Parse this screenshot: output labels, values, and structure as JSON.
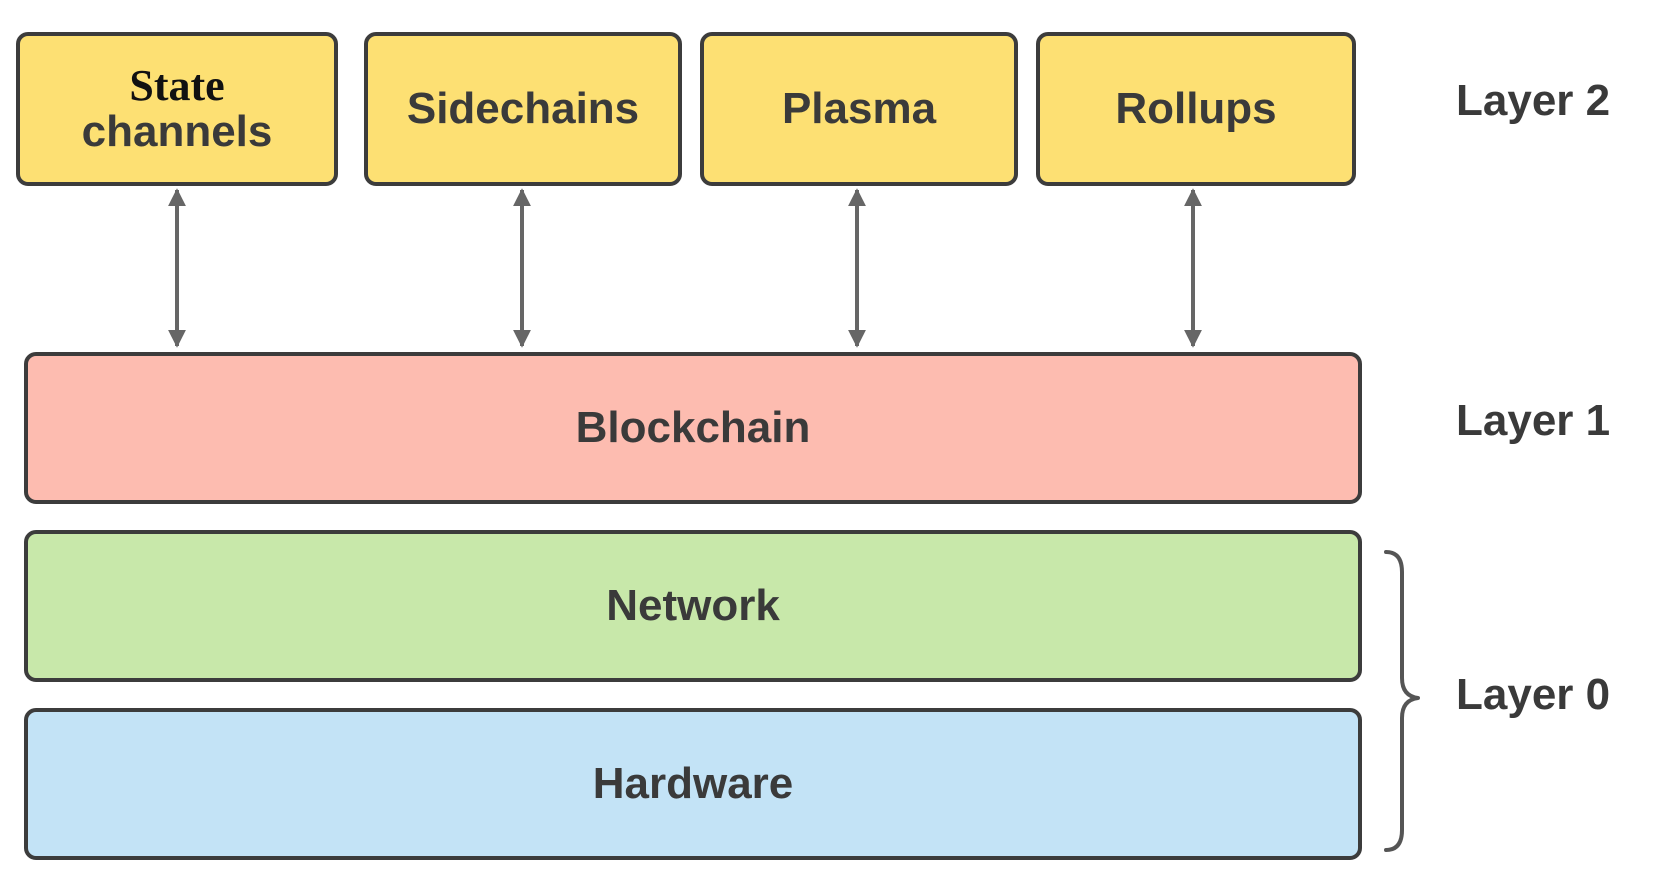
{
  "layer2": {
    "label": "Layer 2",
    "solutions": [
      {
        "line1": "State",
        "line2": "channels"
      },
      {
        "label": "Sidechains"
      },
      {
        "label": "Plasma"
      },
      {
        "label": "Rollups"
      }
    ]
  },
  "layer1": {
    "label": "Layer 1",
    "box": "Blockchain"
  },
  "layer0": {
    "label": "Layer 0",
    "boxes": [
      "Network",
      "Hardware"
    ]
  },
  "colors": {
    "layer2_fill": "#fde073",
    "layer1_fill": "#fdbcb0",
    "network_fill": "#c8e8aa",
    "hardware_fill": "#c3e3f6",
    "border": "#3c3c3c",
    "arrow": "#666666"
  }
}
